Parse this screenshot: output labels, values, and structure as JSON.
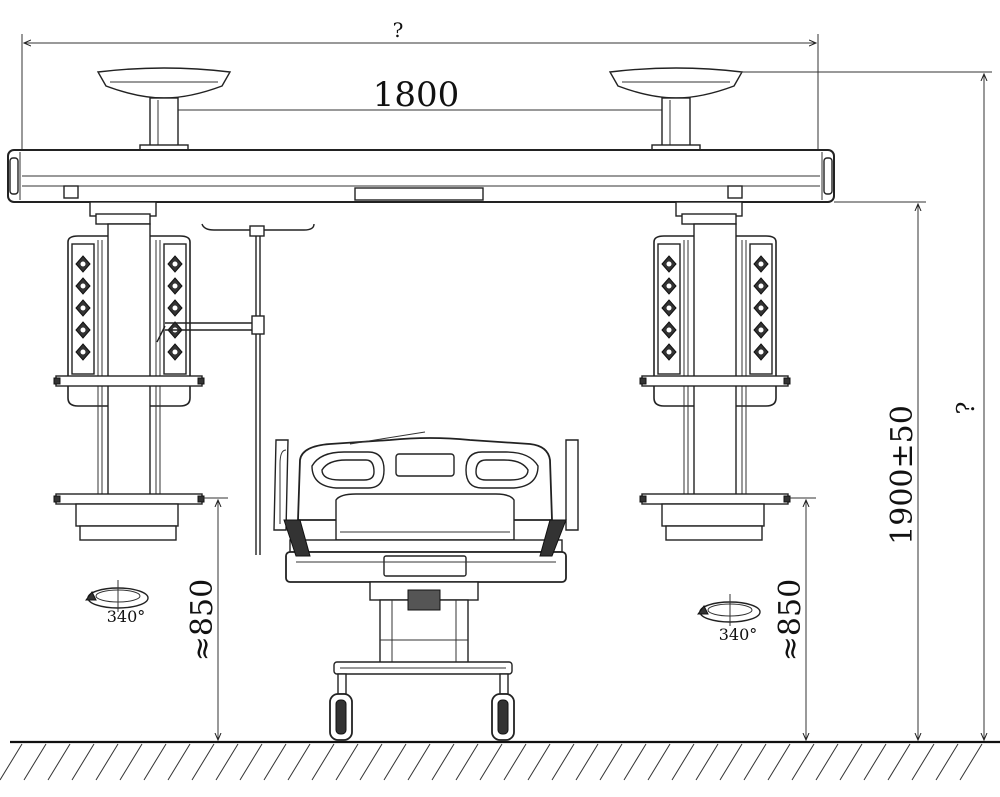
{
  "dimensions": {
    "overall_width": "?",
    "lamp_spacing": "1800",
    "overall_height": "?",
    "beam_height": "1900±50",
    "left_shelf_height": "≈850",
    "right_shelf_height": "≈850"
  },
  "rotation": {
    "left": "340°",
    "right": "340°"
  }
}
